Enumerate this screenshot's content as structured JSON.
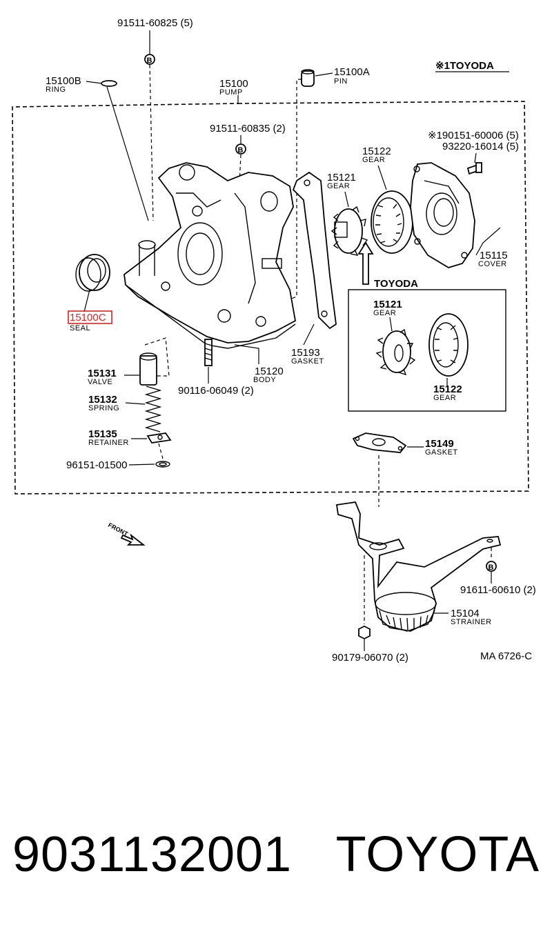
{
  "header_mark": "※1TOYODA",
  "labels": {
    "bolt_top": "91511-60825 (5)",
    "ring_num": "15100B",
    "ring_name": "RING",
    "pump_num": "15100",
    "pump_name": "PUMP",
    "pin_num": "15100A",
    "pin_name": "PIN",
    "bolt_mid": "91511-60835 (2)",
    "screw_a": "※190151-60006 (5)",
    "screw_b": "93220-16014 (5)",
    "gear122_num": "15122",
    "gear122_name": "GEAR",
    "gear121_num": "15121",
    "gear121_name": "GEAR",
    "cover_num": "15115",
    "cover_name": "COVER",
    "toyoda_arrow": "TOYODA",
    "inset_gear121_num": "15121",
    "inset_gear121_name": "GEAR",
    "inset_gear122_num": "15122",
    "inset_gear122_name": "GEAR",
    "seal_num": "15100C",
    "seal_name": "SEAL",
    "gasket193_num": "15193",
    "gasket193_name": "GASKET",
    "body_num": "15120",
    "body_name": "BODY",
    "stud": "90116-06049 (2)",
    "valve_num": "15131",
    "valve_name": "VALVE",
    "spring_num": "15132",
    "spring_name": "SPRING",
    "retainer_num": "15135",
    "retainer_name": "RETAINER",
    "clip": "96151-01500",
    "gasket149_num": "15149",
    "gasket149_name": "GASKET",
    "front": "FRONT",
    "bolt_strainer": "91611-60610 (2)",
    "strainer_num": "15104",
    "strainer_name": "STRAINER",
    "nut": "90179-06070 (2)",
    "ref_code": "MA  6726-C",
    "bolt_mark": "B"
  },
  "footer": {
    "part_number": "9031132001",
    "brand": "TOYOTA"
  },
  "colors": {
    "highlight": "#e0201b",
    "ink": "#000000"
  }
}
